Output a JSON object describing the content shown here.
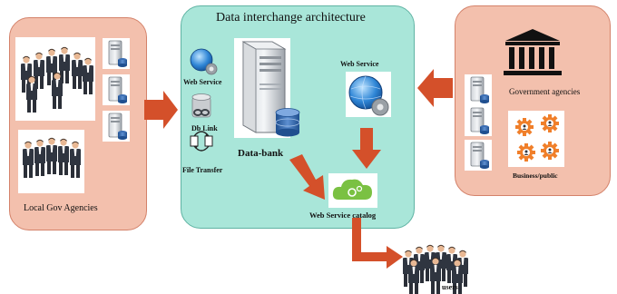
{
  "diagram": {
    "title": "Data interchange architecture",
    "left_panel_label": "Local Gov Agencies",
    "center": {
      "web_service_left_label": "Web Service",
      "db_link_label": "Db Link",
      "file_transfer_label": "File Transfer",
      "data_bank_label": "Data-bank",
      "web_service_right_label": "Web Service",
      "catalog_label": "Web Service catalog"
    },
    "right_panel": {
      "gov_label": "Government agencies",
      "business_label": "Business/public"
    },
    "users_label": "users",
    "colors": {
      "agency_panel": "#f3c0ad",
      "center_panel": "#a9e6d9",
      "arrow": "#d4502a",
      "catalog_icon": "#7ac142"
    },
    "icons": [
      "people-group-icon",
      "server-icon",
      "globe-gear-icon",
      "database-icon",
      "db-link-icon",
      "file-transfer-icon",
      "bank-building-icon",
      "business-gears-icon",
      "cloud-gear-icon"
    ]
  }
}
